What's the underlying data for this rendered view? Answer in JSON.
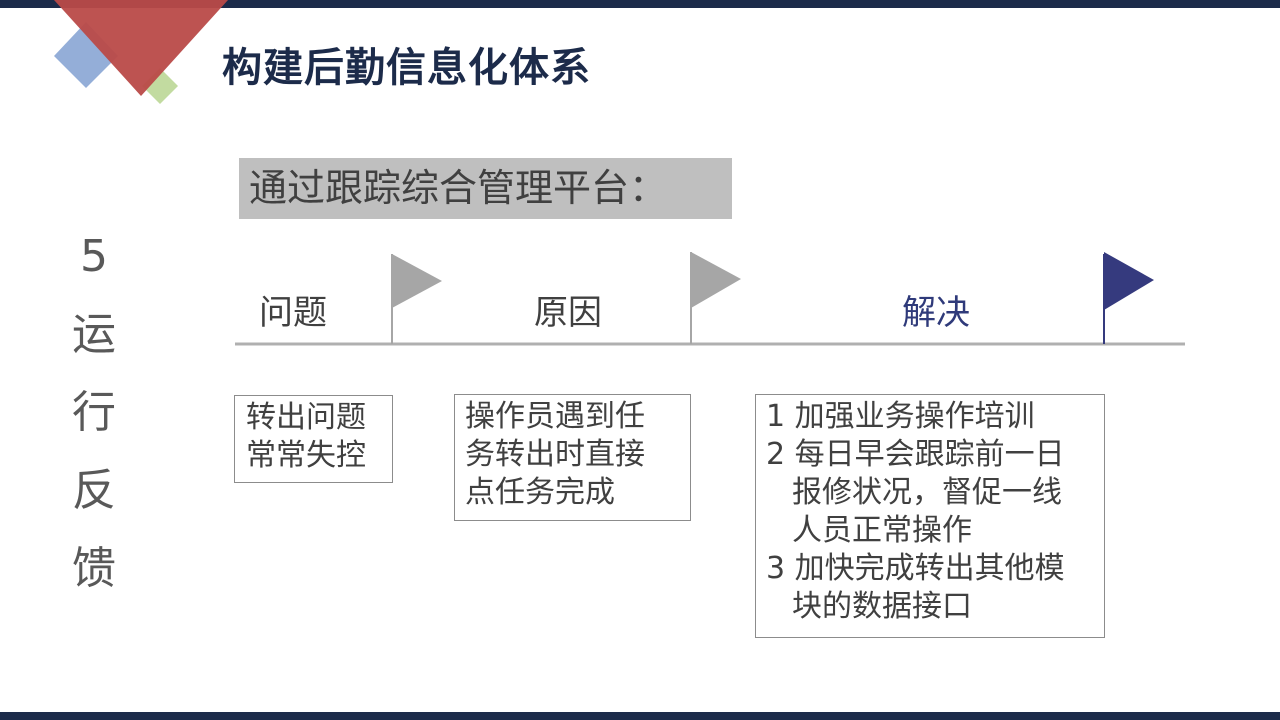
{
  "slide": {
    "title": "构建后勤信息化体系",
    "subtitle": "通过跟踪综合管理平台："
  },
  "side_label": {
    "chars": [
      "5",
      "运",
      "行",
      "反",
      "馈"
    ]
  },
  "timeline": {
    "stages": [
      "问题",
      "原因",
      "解决"
    ],
    "colors": {
      "marker": "#a6a6a6",
      "final_marker": "#353a7e",
      "line": "#b0b0b0"
    }
  },
  "boxes": {
    "problem": [
      "转出问题",
      "常常失控"
    ],
    "cause": [
      "操作员遇到任",
      "务转出时直接",
      "点任务完成"
    ],
    "solution": [
      "1 加强业务操作培训",
      "2 每日早会跟踪前一日",
      "报修状况，督促一线",
      "人员正常操作",
      "3 加快完成转出其他模",
      "块的数据接口"
    ]
  },
  "colors": {
    "title": "#1c2b4a",
    "bar": "#1c2b4a",
    "logo_red": "#b94a48",
    "logo_blue": "#8eaad6",
    "logo_green": "#c2dba0"
  }
}
